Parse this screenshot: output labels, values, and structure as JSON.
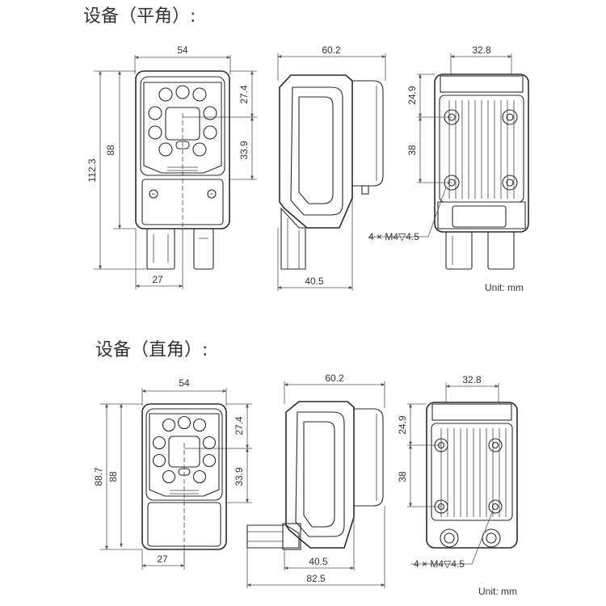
{
  "sections": {
    "flat": {
      "title": "设备（平角）:",
      "dims": {
        "front_width": "54",
        "overall_height": "112.3",
        "body_height": "88",
        "upper_offset": "27.4",
        "center_offset": "33.9",
        "connector_offset": "27",
        "side_depth": "60.2",
        "side_base": "40.5",
        "back_width": "32.8",
        "back_top": "24.9",
        "back_hole_spacing": "38"
      },
      "hole_note": "4 × M4▽4.5",
      "unit": "Unit: mm"
    },
    "right_angle": {
      "title": "设备（直角）:",
      "dims": {
        "front_width": "54",
        "overall_height": "88.7",
        "body_height": "88",
        "upper_offset": "27.4",
        "center_offset": "33.9",
        "connector_offset": "27",
        "side_depth": "60.2",
        "side_base": "40.5",
        "side_total": "82.5",
        "back_width": "32.8",
        "back_top": "24.9",
        "back_hole_spacing": "38"
      },
      "hole_note": "4 × M4▽4.5",
      "unit": "Unit: mm"
    }
  },
  "colors": {
    "line": "#2a2a2a",
    "text": "#333333",
    "dimension": "#555555"
  }
}
